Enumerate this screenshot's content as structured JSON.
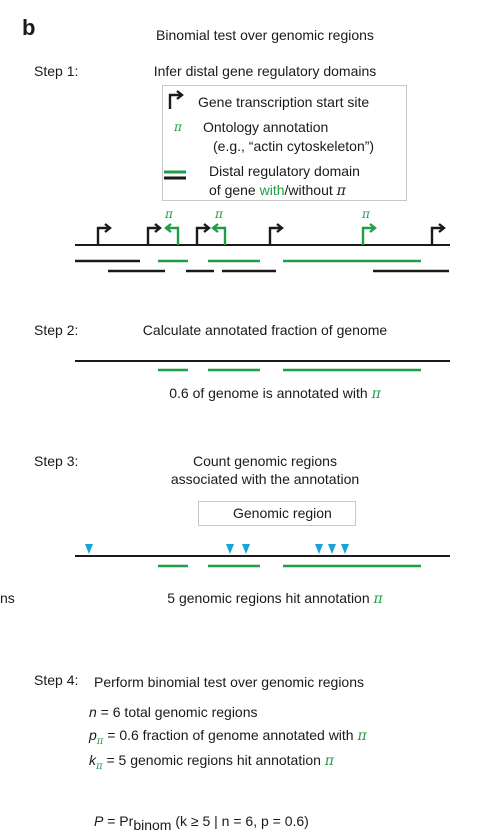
{
  "panel_label": "b",
  "title": "Binomial test over genomic regions",
  "left_cut_text": "ns",
  "pi_symbol": "π",
  "colors": {
    "annotated": "#1f9d48",
    "region": "#19a3d8",
    "ink": "#1a1a1a"
  },
  "step1": {
    "label": "Step 1:",
    "title": "Infer distal gene regulatory domains",
    "legend": {
      "tss": "Gene transcription start site",
      "ontology_line1": "Ontology annotation",
      "ontology_line2": "(e.g., “actin cytoskeleton”)",
      "domain_line1": "Distal regulatory domain",
      "domain_prefix": "of gene ",
      "domain_with": "with",
      "domain_rest": "/without "
    }
  },
  "step2": {
    "label": "Step 2:",
    "title": "Calculate annotated fraction of genome",
    "caption": "0.6 of genome is annotated with "
  },
  "step3": {
    "label": "Step 3:",
    "title_line1": "Count genomic regions",
    "title_line2": "associated with the annotation",
    "legend": "Genomic region",
    "caption": "5 genomic regions hit annotation "
  },
  "step4": {
    "label": "Step 4:",
    "title": "Perform binomial test over genomic regions",
    "n_var": "n",
    "n_text": " = 6 total genomic regions",
    "p_var": "p",
    "p_text": " = 0.6 fraction of genome annotated with ",
    "k_var": "k",
    "k_text": " = 5 genomic regions hit annotation ",
    "formula_P": "P",
    "formula_eq": " = Pr",
    "formula_sub": "binom",
    "formula_args": " (k ≥ 5 | n = 6, p = 0.6)"
  }
}
